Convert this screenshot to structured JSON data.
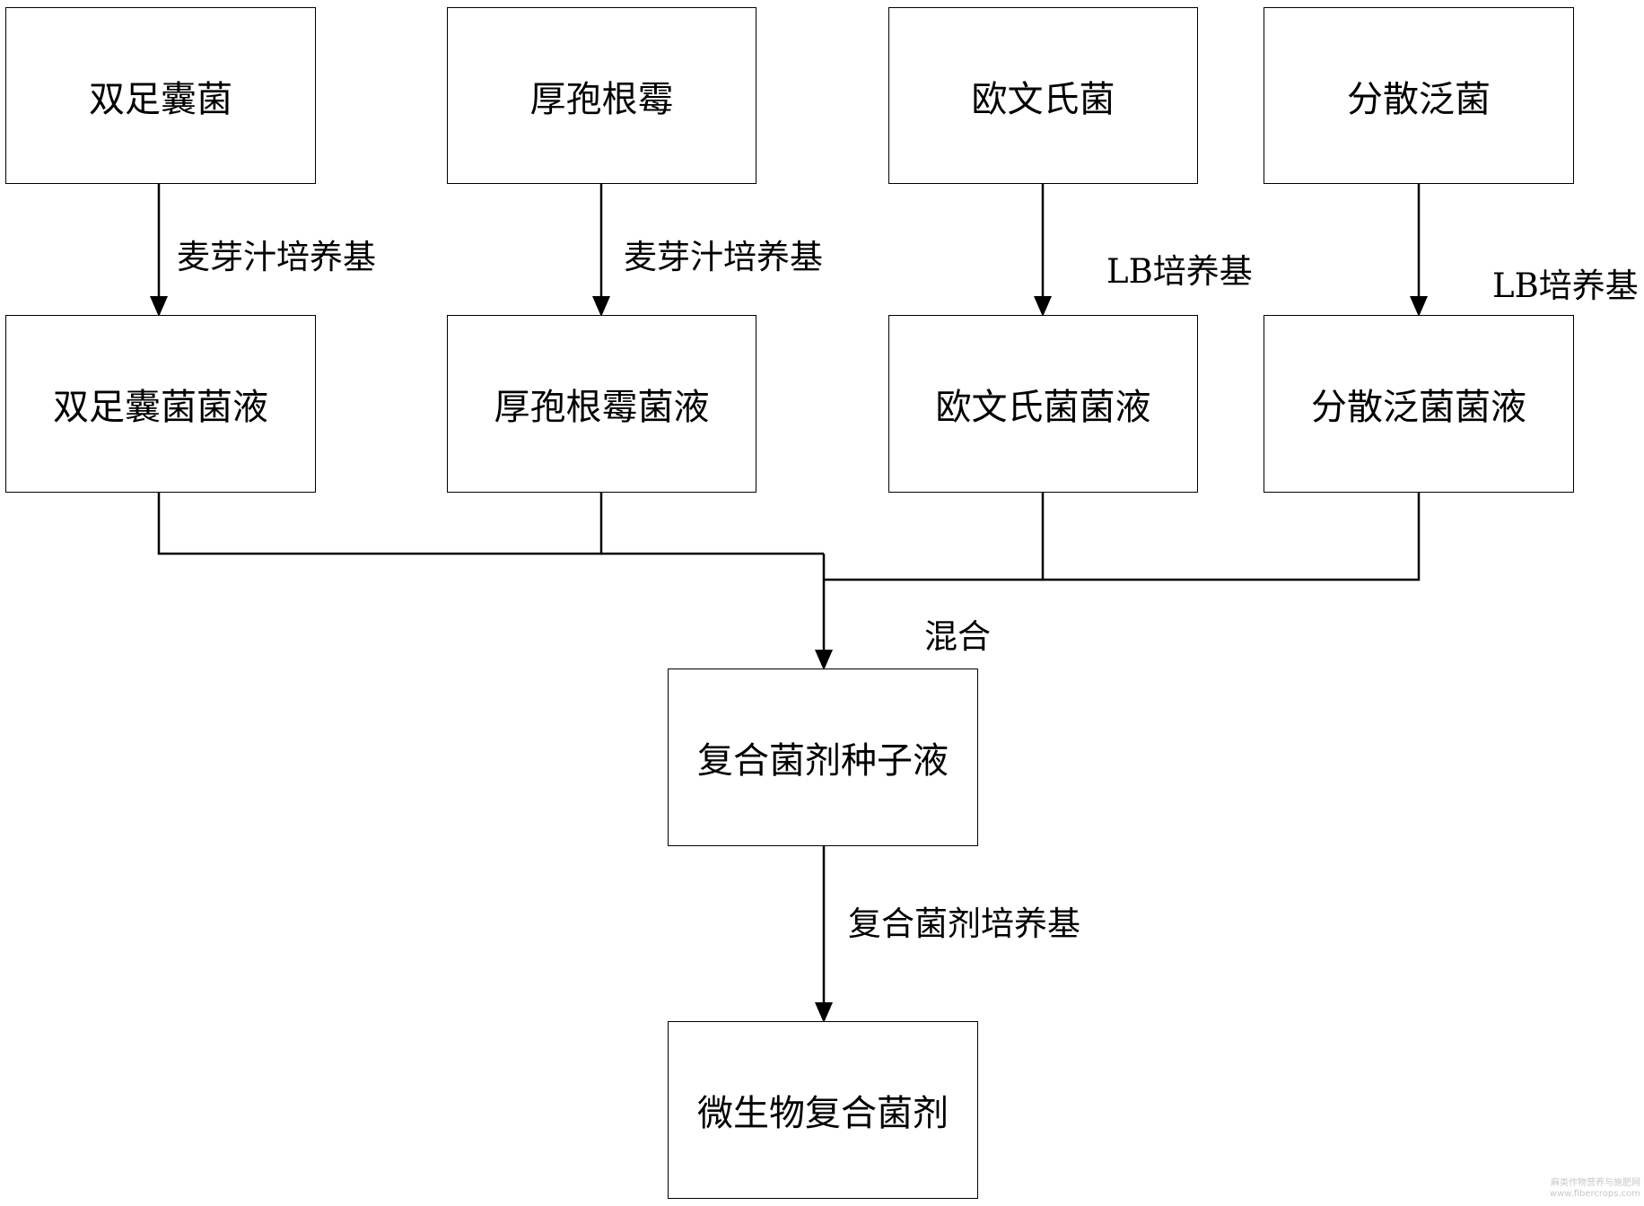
{
  "sources": [
    "双足囊菌",
    "厚孢根霉",
    "欧文氏菌",
    "分散泛菌"
  ],
  "cultures": [
    "双足囊菌菌液",
    "厚孢根霉菌液",
    "欧文氏菌菌液",
    "分散泛菌菌液"
  ],
  "media": [
    "麦芽汁培养基",
    "麦芽汁培养基",
    "LB培养基",
    "LB培养基"
  ],
  "mix_label": "混合",
  "seed_liquid": "复合菌剂种子液",
  "final_medium": "复合菌剂培养基",
  "final_product": "微生物复合菌剂",
  "watermark": [
    "麻类作物营养与施肥网",
    "www.fibercrops.com"
  ]
}
